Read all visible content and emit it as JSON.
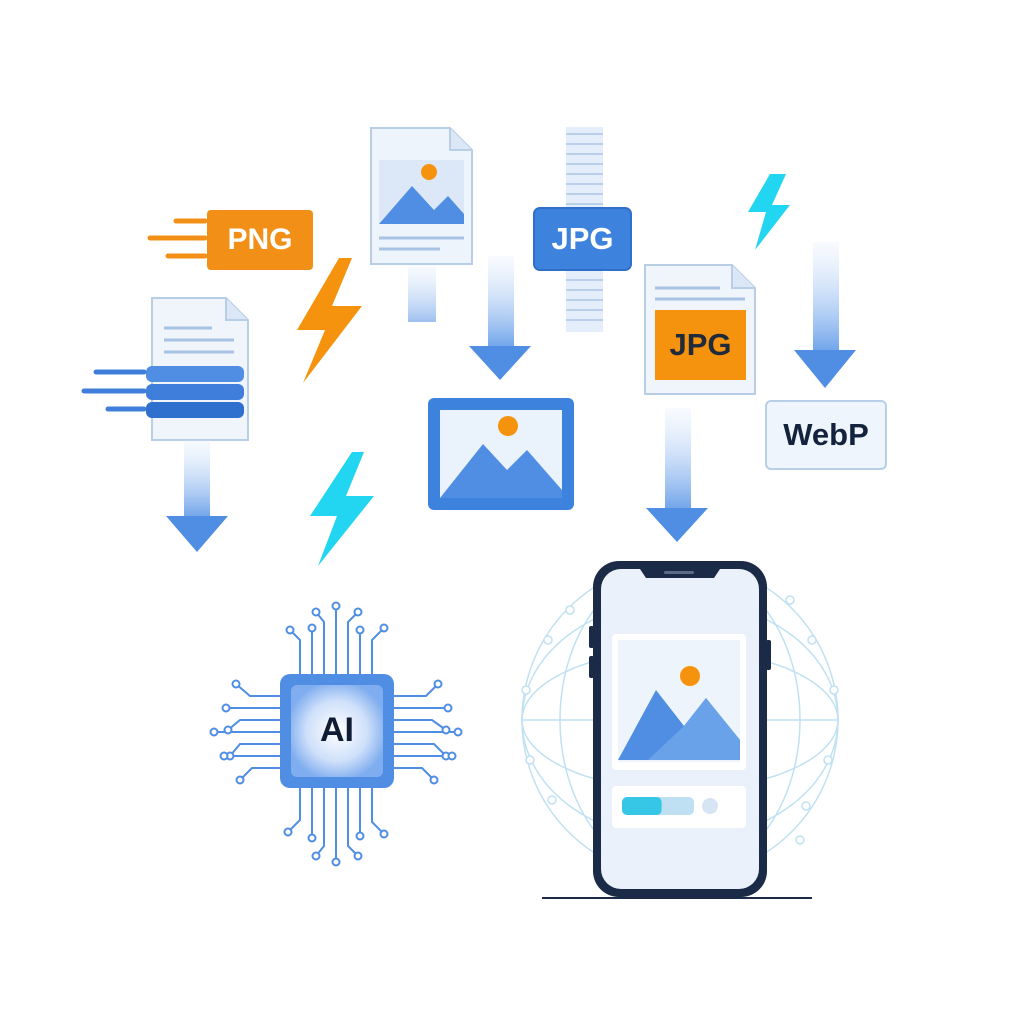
{
  "labels": {
    "png": "PNG",
    "jpg_blue": "JPG",
    "jpg_orange": "JPG",
    "webp": "WebP",
    "ai": "AI"
  },
  "colors": {
    "primary_blue": "#3d82dc",
    "light_blue": "#dbe9fb",
    "orange": "#f28f16",
    "cyan": "#21d3ee",
    "dark_navy": "#1b2a47"
  },
  "icons": [
    "document-icon",
    "image-file-icon",
    "image-frame-icon",
    "lightning-icon",
    "down-arrow-icon",
    "ai-chip-icon",
    "smartphone-icon",
    "globe-network-icon",
    "progress-bar-icon"
  ],
  "phone": {
    "progress_fraction": 0.55
  }
}
